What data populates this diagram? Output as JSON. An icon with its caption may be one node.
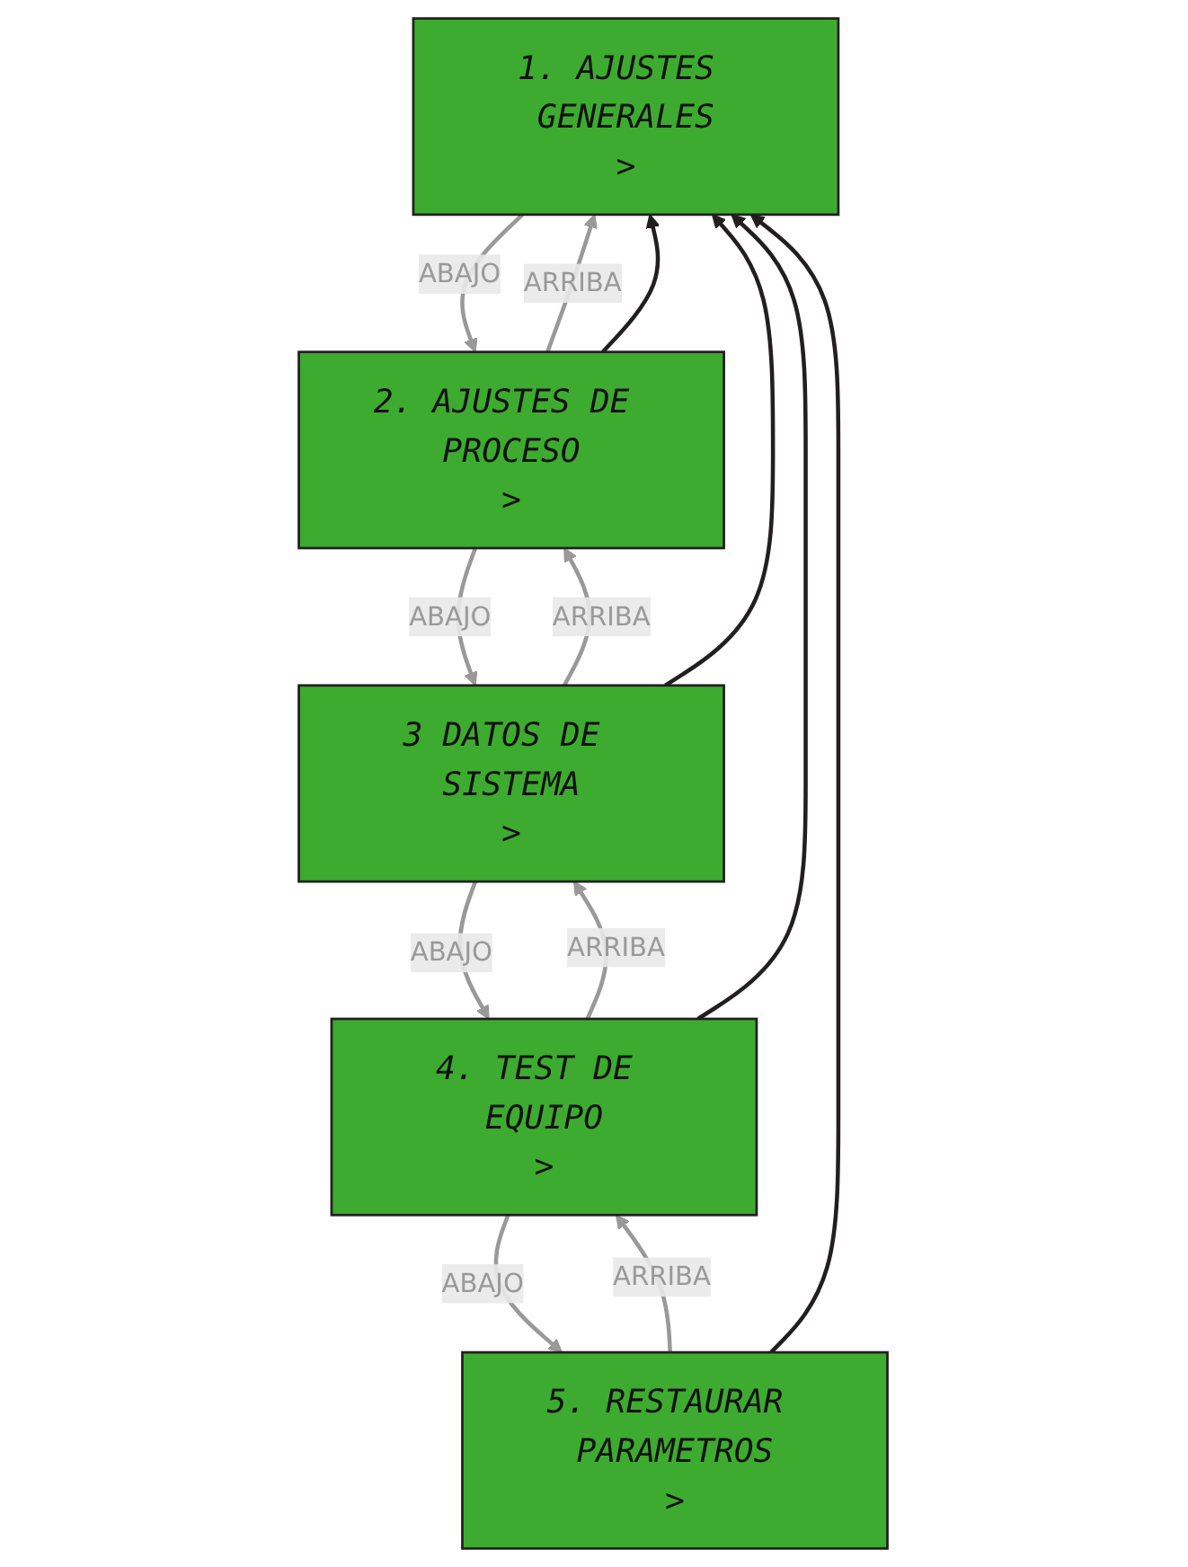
{
  "diagram": {
    "nodes": [
      {
        "text": [
          "1. AJUSTES GENERALES",
          ">"
        ]
      },
      {
        "text": [
          "2. AJUSTES DE PROCESO",
          ">"
        ]
      },
      {
        "text": [
          "3 DATOS DE SISTEMA",
          ">"
        ]
      },
      {
        "text": [
          "4. TEST DE EQUIPO",
          ">"
        ]
      },
      {
        "text": [
          "5. RESTAURAR PARAMETROS",
          ">"
        ]
      }
    ],
    "edges": [
      {
        "from": 0,
        "to": 1,
        "arrow": "to",
        "label": "ABAJO"
      },
      {
        "from": 1,
        "to": 0,
        "arrow": "to",
        "label": "ARRIBA"
      },
      {
        "from": 1,
        "to": 2,
        "arrow": "to",
        "label": "ABAJO"
      },
      {
        "from": 2,
        "to": 1,
        "arrow": "to",
        "label": "ARRIBA"
      },
      {
        "from": 2,
        "to": 3,
        "arrow": "to",
        "label": "ABAJO"
      },
      {
        "from": 3,
        "to": 2,
        "arrow": "to",
        "label": "ARRIBA"
      },
      {
        "from": 3,
        "to": 4,
        "arrow": "to",
        "label": "ABAJO"
      },
      {
        "from": 4,
        "to": 3,
        "arrow": "to",
        "label": "ARRIBA"
      },
      {
        "from": 1,
        "to": 0,
        "arrow": "to",
        "color": "#231f20"
      },
      {
        "from": 2,
        "to": 0,
        "arrow": "to",
        "color": "#231f20"
      },
      {
        "from": 3,
        "to": 0,
        "arrow": "to",
        "color": "#231f20"
      },
      {
        "from": 4,
        "to": 0,
        "arrow": "to",
        "color": "#231f20"
      }
    ]
  }
}
